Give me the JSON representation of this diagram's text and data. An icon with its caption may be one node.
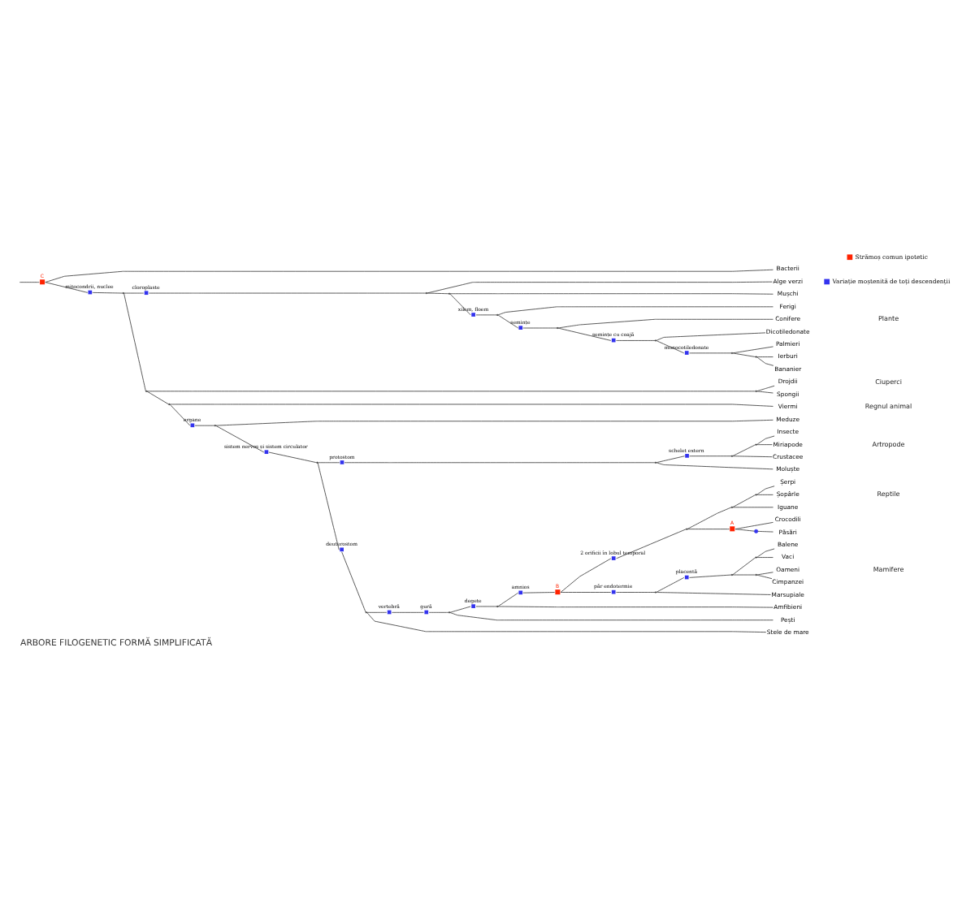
{
  "diagram": {
    "title": "ARBORE FILOGENETIC FORMĂ SIMPLIFICATĂ",
    "nodes": [
      {
        "text": [
          "Bacterii"
        ]
      },
      {
        "text": [
          "Alge verzi"
        ]
      },
      {
        "text": [
          "Mușchi"
        ]
      },
      {
        "text": [
          "Ferigi"
        ]
      },
      {
        "text": [
          "Conifere"
        ]
      },
      {
        "text": [
          "Dicotiledonate"
        ]
      },
      {
        "text": [
          "Palmieri"
        ]
      },
      {
        "text": [
          "Ierburi"
        ]
      },
      {
        "text": [
          "Bananier"
        ]
      },
      {
        "text": [
          "Drojdii"
        ]
      },
      {
        "text": [
          "Spongii"
        ]
      },
      {
        "text": [
          "Viermi"
        ]
      },
      {
        "text": [
          "Meduze"
        ]
      },
      {
        "text": [
          "Insecte"
        ]
      },
      {
        "text": [
          "Miriapode"
        ]
      },
      {
        "text": [
          "Crustacee"
        ]
      },
      {
        "text": [
          "Moluște"
        ]
      },
      {
        "text": [
          "Șerpi"
        ]
      },
      {
        "text": [
          "Șopârle"
        ]
      },
      {
        "text": [
          "Iguane"
        ]
      },
      {
        "text": [
          "Crocodili"
        ]
      },
      {
        "text": [
          "Păsări"
        ]
      },
      {
        "text": [
          "Balene"
        ]
      },
      {
        "text": [
          "Vaci"
        ]
      },
      {
        "text": [
          "Oameni"
        ]
      },
      {
        "text": [
          "Cimpanzei"
        ]
      },
      {
        "text": [
          "Marsupiale"
        ]
      },
      {
        "text": [
          "Amfibieni"
        ]
      },
      {
        "text": [
          "Pești"
        ]
      },
      {
        "text": [
          "Stele de mare"
        ]
      },
      {
        "text": [],
        "shape": "point"
      },
      {
        "text": [],
        "shape": "point"
      },
      {
        "text": [
          "monocotiledonate"
        ]
      },
      {
        "text": [],
        "shape": "point"
      },
      {
        "text": [
          "semințe cu coajă"
        ]
      },
      {
        "text": [],
        "shape": "point"
      },
      {
        "text": [
          "semințe"
        ]
      },
      {
        "text": [],
        "shape": "point"
      },
      {
        "text": [
          "xilem, floem"
        ]
      },
      {
        "text": [],
        "shape": "point"
      },
      {
        "text": [],
        "shape": "point"
      },
      {
        "text": [
          "cloroplaste"
        ]
      },
      {
        "text": [],
        "shape": "point"
      },
      {
        "text": [],
        "shape": "point"
      },
      {
        "text": [],
        "shape": "point"
      },
      {
        "text": [
          "schelet extern"
        ]
      },
      {
        "text": [],
        "shape": "point"
      },
      {
        "text": [
          "protostom"
        ]
      },
      {
        "text": [],
        "shape": "point"
      },
      {
        "text": [],
        "shape": "point"
      },
      {
        "text": [],
        "shape": "circle"
      },
      {
        "text": [
          "A"
        ]
      },
      {
        "text": [],
        "shape": "point"
      },
      {
        "text": [
          "2 orificii în lobul temporal"
        ]
      },
      {
        "text": [],
        "shape": "point"
      },
      {
        "text": [],
        "shape": "point"
      },
      {
        "text": [],
        "shape": "point"
      },
      {
        "text": [
          "placentă"
        ]
      },
      {
        "text": [],
        "shape": "point"
      },
      {
        "text": [
          "păr endotermie"
        ]
      },
      {
        "text": [
          "B"
        ]
      },
      {
        "text": [
          "amnios"
        ]
      },
      {
        "text": [],
        "shape": "point"
      },
      {
        "text": [
          "degete"
        ]
      },
      {
        "text": [],
        "shape": "point"
      },
      {
        "text": [
          "gură"
        ]
      },
      {
        "text": [
          "vertebră"
        ]
      },
      {
        "text": [],
        "shape": "point"
      },
      {
        "text": [
          "deuterostom"
        ]
      },
      {
        "text": [],
        "shape": "point"
      },
      {
        "text": [
          "sistem nervos și sistem circulator"
        ]
      },
      {
        "text": [],
        "shape": "point"
      },
      {
        "text": [
          "organe"
        ]
      },
      {
        "text": [],
        "shape": "point"
      },
      {
        "text": [],
        "shape": "point"
      },
      {
        "text": [],
        "shape": "point"
      },
      {
        "text": [
          "mitocondrii, nuclee"
        ]
      },
      {
        "text": [
          "C"
        ]
      }
    ],
    "edges": [
      {
        "from": 30,
        "to": 7,
        "arrow": "none"
      },
      {
        "from": 30,
        "to": 8,
        "arrow": "none"
      },
      {
        "from": 31,
        "to": 6,
        "arrow": "none"
      },
      {
        "from": 31,
        "to": 30,
        "arrow": "none"
      },
      {
        "from": 32,
        "to": 31,
        "arrow": "none"
      },
      {
        "from": 33,
        "to": 5,
        "arrow": "none"
      },
      {
        "from": 33,
        "to": 32,
        "arrow": "none"
      },
      {
        "from": 34,
        "to": 33,
        "arrow": "none"
      },
      {
        "from": 35,
        "to": 4,
        "arrow": "none"
      },
      {
        "from": 35,
        "to": 34,
        "arrow": "none"
      },
      {
        "from": 36,
        "to": 35,
        "arrow": "none"
      },
      {
        "from": 37,
        "to": 3,
        "arrow": "none"
      },
      {
        "from": 37,
        "to": 36,
        "arrow": "none"
      },
      {
        "from": 38,
        "to": 37,
        "arrow": "none"
      },
      {
        "from": 39,
        "to": 2,
        "arrow": "none"
      },
      {
        "from": 39,
        "to": 38,
        "arrow": "none"
      },
      {
        "from": 40,
        "to": 1,
        "arrow": "none"
      },
      {
        "from": 40,
        "to": 39,
        "arrow": "none"
      },
      {
        "from": 41,
        "to": 40,
        "arrow": "none"
      },
      {
        "from": 42,
        "to": 9,
        "arrow": "none"
      },
      {
        "from": 42,
        "to": 10,
        "arrow": "none"
      },
      {
        "from": 43,
        "to": 13,
        "arrow": "none"
      },
      {
        "from": 43,
        "to": 14,
        "arrow": "none"
      },
      {
        "from": 44,
        "to": 43,
        "arrow": "none"
      },
      {
        "from": 44,
        "to": 15,
        "arrow": "none"
      },
      {
        "from": 45,
        "to": 44,
        "arrow": "none"
      },
      {
        "from": 46,
        "to": 45,
        "arrow": "none"
      },
      {
        "from": 46,
        "to": 16,
        "arrow": "none"
      },
      {
        "from": 47,
        "to": 46,
        "arrow": "none"
      },
      {
        "from": 48,
        "to": 17,
        "arrow": "none"
      },
      {
        "from": 48,
        "to": 18,
        "arrow": "none"
      },
      {
        "from": 49,
        "to": 48,
        "arrow": "none"
      },
      {
        "from": 49,
        "to": 19,
        "arrow": "none"
      },
      {
        "from": 51,
        "to": 20,
        "arrow": "none"
      },
      {
        "from": 51,
        "to": 50,
        "arrow": "none"
      },
      {
        "from": 50,
        "to": 21,
        "arrow": "none"
      },
      {
        "from": 52,
        "to": 49,
        "arrow": "none"
      },
      {
        "from": 52,
        "to": 51,
        "arrow": "none"
      },
      {
        "from": 53,
        "to": 52,
        "arrow": "none"
      },
      {
        "from": 54,
        "to": 22,
        "arrow": "none"
      },
      {
        "from": 54,
        "to": 23,
        "arrow": "none"
      },
      {
        "from": 55,
        "to": 24,
        "arrow": "none"
      },
      {
        "from": 55,
        "to": 25,
        "arrow": "none"
      },
      {
        "from": 56,
        "to": 54,
        "arrow": "none"
      },
      {
        "from": 56,
        "to": 55,
        "arrow": "none"
      },
      {
        "from": 57,
        "to": 56,
        "arrow": "none"
      },
      {
        "from": 58,
        "to": 57,
        "arrow": "none"
      },
      {
        "from": 58,
        "to": 26,
        "arrow": "none"
      },
      {
        "from": 59,
        "to": 58,
        "arrow": "none"
      },
      {
        "from": 60,
        "to": 53,
        "arrow": "none"
      },
      {
        "from": 60,
        "to": 59,
        "arrow": "none"
      },
      {
        "from": 61,
        "to": 60,
        "arrow": "none"
      },
      {
        "from": 62,
        "to": 61,
        "arrow": "none"
      },
      {
        "from": 62,
        "to": 27,
        "arrow": "none"
      },
      {
        "from": 63,
        "to": 62,
        "arrow": "none"
      },
      {
        "from": 64,
        "to": 63,
        "arrow": "none"
      },
      {
        "from": 64,
        "to": 28,
        "arrow": "none"
      },
      {
        "from": 65,
        "to": 64,
        "arrow": "none"
      },
      {
        "from": 66,
        "to": 65,
        "arrow": "none"
      },
      {
        "from": 67,
        "to": 66,
        "arrow": "none"
      },
      {
        "from": 67,
        "to": 29,
        "arrow": "none"
      },
      {
        "from": 68,
        "to": 67,
        "arrow": "none"
      },
      {
        "from": 69,
        "to": 47,
        "arrow": "none"
      },
      {
        "from": 69,
        "to": 68,
        "arrow": "none"
      },
      {
        "from": 70,
        "to": 69,
        "arrow": "none"
      },
      {
        "from": 71,
        "to": 12,
        "arrow": "none"
      },
      {
        "from": 71,
        "to": 70,
        "arrow": "none"
      },
      {
        "from": 72,
        "to": 71,
        "arrow": "none"
      },
      {
        "from": 73,
        "to": 11,
        "arrow": "none"
      },
      {
        "from": 73,
        "to": 72,
        "arrow": "none"
      },
      {
        "from": 74,
        "to": 42,
        "arrow": "none"
      },
      {
        "from": 74,
        "to": 73,
        "arrow": "none"
      },
      {
        "from": 75,
        "to": 41,
        "arrow": "none"
      },
      {
        "from": 75,
        "to": 74,
        "arrow": "none"
      },
      {
        "from": 76,
        "to": 75,
        "arrow": "none"
      },
      {
        "from": 77,
        "to": 0,
        "arrow": "none"
      },
      {
        "from": 77,
        "to": 76,
        "arrow": "none"
      },
      {
        "from": null,
        "to": 77,
        "arrow": "none"
      }
    ],
    "labels": [
      "Regnul animal",
      "Plante",
      "Ciuperci",
      "Artropode",
      "Reptile",
      "Mamifere"
    ],
    "legend": [
      {
        "text": "Strămoș comun ipotetic",
        "color": "#ff2200"
      },
      {
        "text": "Variație moștenită de toți descendenții",
        "color": "#3333ee"
      }
    ]
  }
}
